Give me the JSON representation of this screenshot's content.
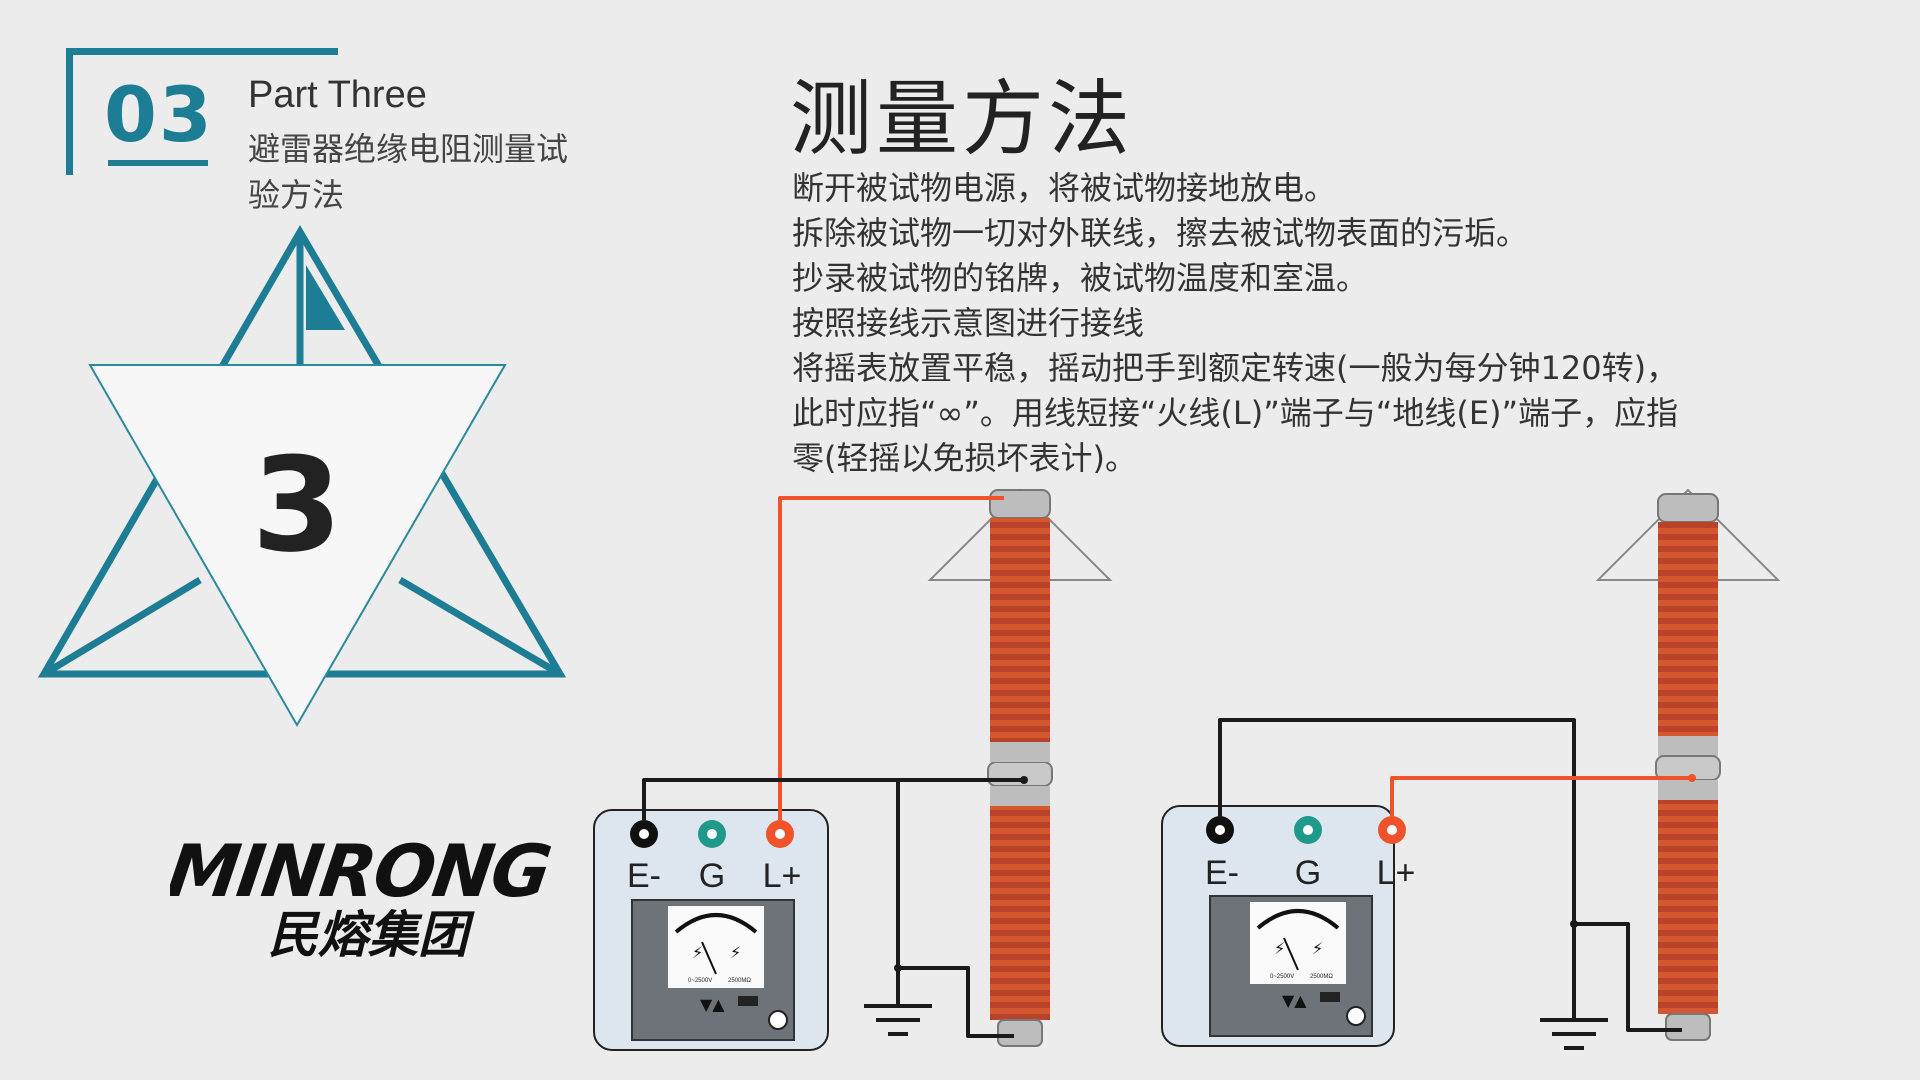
{
  "section": {
    "number": "03",
    "part_label": "Part Three",
    "subtitle": "避雷器绝缘电阻测量试验方法",
    "emblem_number": "3"
  },
  "page": {
    "title": "测量方法"
  },
  "steps": [
    "断开被试物电源，将被试物接地放电。",
    "拆除被试物一切对外联线，擦去被试物表面的污垢。",
    "抄录被试物的铭牌，被试物温度和室温。",
    "按照接线示意图进行接线",
    "将摇表放置平稳，摇动把手到额定转速(一般为每分钟120转)，此时应指“∞”。用线短接“火线(L)”端子与“地线(E)”端子，应指零(轻摇以免损坏表计)。"
  ],
  "diagram": {
    "meters": [
      {
        "terminals": [
          "E-",
          "G",
          "L+"
        ],
        "scale_left": "0~2500V",
        "scale_right": "2500MΩ"
      },
      {
        "terminals": [
          "E-",
          "G",
          "L+"
        ],
        "scale_left": "0~2500V",
        "scale_right": "2500MΩ"
      }
    ]
  },
  "logo": {
    "brand_en": "MINRONG",
    "brand_cn": "民熔集团"
  },
  "colors": {
    "accent": "#1d7d94",
    "wire_live": "#f0522a",
    "wire_ground": "#1a1a1a",
    "insulator": "#c44a2c",
    "terminal_g": "#1f9a8a"
  }
}
